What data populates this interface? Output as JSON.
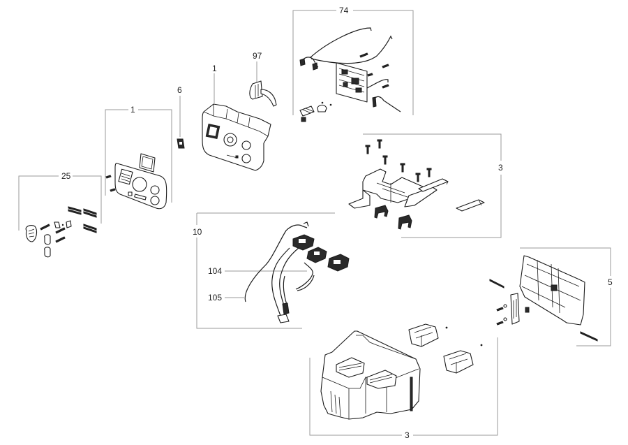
{
  "diagram": {
    "type": "exploded-parts-view",
    "background": "#ffffff",
    "line_color": "#9a9a9a",
    "part_stroke_color": "#1a1a1a",
    "callouts": [
      {
        "id": "c25",
        "label": "25",
        "part": "knobs-and-shafts-kit"
      },
      {
        "id": "c1a",
        "label": "1",
        "part": "control-panel-faceplate"
      },
      {
        "id": "c6",
        "label": "6",
        "part": "small-clip"
      },
      {
        "id": "c1b",
        "label": "1",
        "part": "control-panel-housing"
      },
      {
        "id": "c97",
        "label": "97",
        "part": "bracket-sensor"
      },
      {
        "id": "c74",
        "label": "74",
        "part": "control-board-with-wiring"
      },
      {
        "id": "c3a",
        "label": "3",
        "part": "mounting-frame-kit"
      },
      {
        "id": "c10",
        "label": "10",
        "part": "wiring-harness-assembly"
      },
      {
        "id": "c104",
        "label": "104",
        "part": "harness-connector-block"
      },
      {
        "id": "c105",
        "label": "105",
        "part": "sensor-wire"
      },
      {
        "id": "c5",
        "label": "5",
        "part": "rear-cover-panel"
      },
      {
        "id": "c3b",
        "label": "3",
        "part": "base-housing-with-blocks"
      }
    ]
  }
}
